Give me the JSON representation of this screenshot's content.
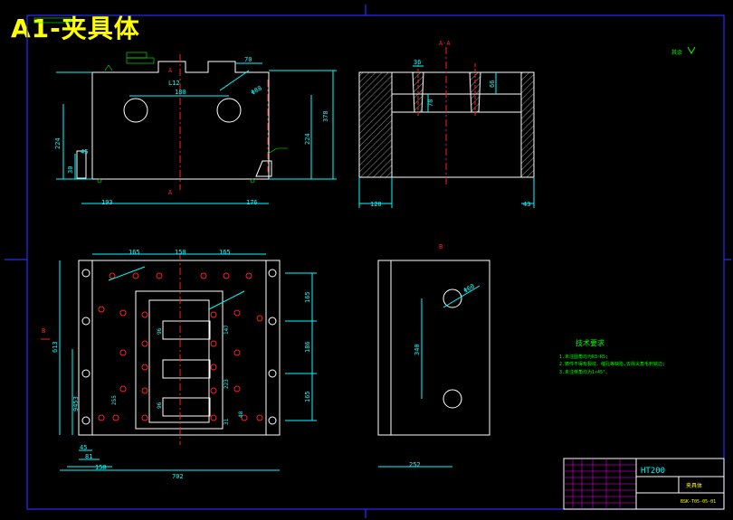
{
  "title": "A1-夹具体",
  "colors": {
    "background": "#000000",
    "title": "#ffff00",
    "outline": "#ffffff",
    "dimension": "#00ffff",
    "centerline": "#ff2020",
    "frame": "#0000ff",
    "note": "#00ff00",
    "detail": "#ff00ff"
  },
  "labels": {
    "section_top": "A-A",
    "section_view": "B",
    "cut_a_top": "A",
    "cut_a_bottom": "A",
    "cut_b": "B",
    "roughness": "其余"
  },
  "dims": {
    "front_width_left": "193",
    "front_width_right": "176",
    "front_top_center": "180",
    "front_l12": "L12",
    "front_top_right": "70",
    "front_height": "378",
    "front_height_inner": "224",
    "front_height_left": "224",
    "front_small_left": "45",
    "front_bottom_left": "30",
    "front_hole": "Φ88",
    "side_width": "120",
    "side_top": "36",
    "side_depth": "66",
    "side_mid": "78",
    "side_right": "43",
    "plate_165a": "165",
    "plate_150": "150",
    "plate_165b": "165",
    "plate_width": "702",
    "plate_height": "613",
    "plate_r1": "165",
    "plate_r2": "186",
    "plate_r3": "165",
    "plate_b45": "45",
    "plate_b81": "81",
    "plate_b150": "150",
    "plate_bot_left": "9453",
    "plate_in1": "96",
    "plate_in2": "96",
    "plate_in3": "255",
    "plate_in4": "223",
    "plate_in5": "147",
    "plate_in6": "31",
    "plate_in7": "48",
    "bview_width": "252",
    "bview_height": "340",
    "bview_hole": "Φ60"
  },
  "notes": {
    "heading": "技术要求",
    "items": [
      "1.未注圆角均为R3~R5;",
      "2.铸件不得有裂纹、缩孔等缺陷,去除尖角毛刺锐边;",
      "3.未注倒角均为1×45°。"
    ]
  },
  "title_block": {
    "material": "HT200",
    "part_name": "夹具体",
    "drawing_no": "BSK-T05-05-01"
  }
}
